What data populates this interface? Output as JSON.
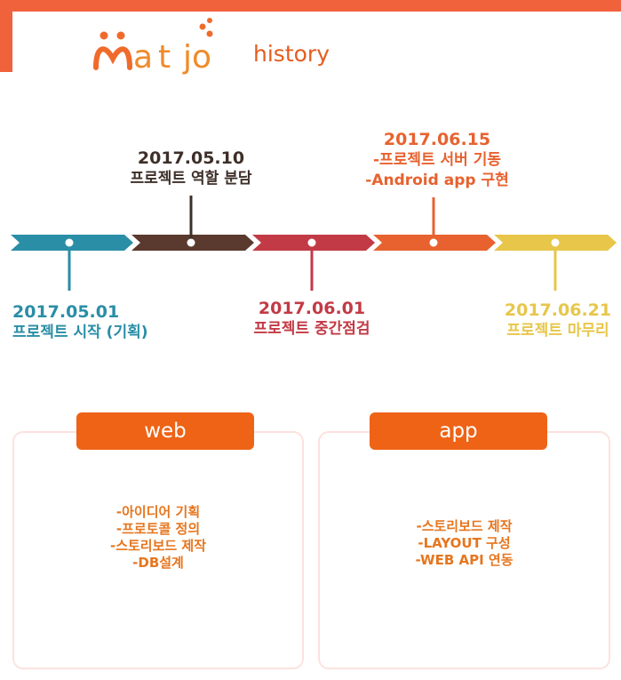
{
  "header": {
    "logo_text": "Matjo",
    "subtitle": "history",
    "colors": {
      "accent": "#f0623c"
    }
  },
  "timeline": {
    "events": [
      {
        "date": "2017.05.01",
        "lines": [
          "프로젝트 시작 (기획)"
        ],
        "color": "#2a8ea6"
      },
      {
        "date": "2017.05.10",
        "lines": [
          "프로젝트 역할 분담"
        ],
        "color": "#3d2f28"
      },
      {
        "date": "2017.06.01",
        "lines": [
          "프로젝트 중간점검"
        ],
        "color": "#c23a46"
      },
      {
        "date": "2017.06.15",
        "lines": [
          "-프로젝트 서버 기동",
          "-Android app 구현"
        ],
        "color": "#e7622f"
      },
      {
        "date": "2017.06.21",
        "lines": [
          "프로젝트 마무리"
        ],
        "color": "#e7c64a"
      }
    ]
  },
  "cards": {
    "web": {
      "title": "web",
      "items": [
        "-아이디어 기획",
        "-프로토콜 정의",
        "-스토리보드 제작",
        "-DB설계"
      ]
    },
    "app": {
      "title": "app",
      "items": [
        "-스토리보드 제작",
        "-LAYOUT 구성",
        "-WEB API 연동"
      ]
    }
  }
}
